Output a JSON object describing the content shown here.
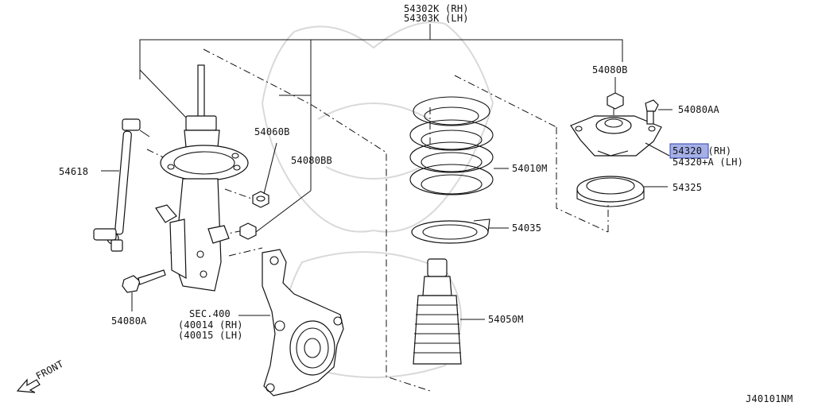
{
  "diagram_code": "J40101NM",
  "front_label": "FRONT",
  "labels": {
    "strut_rh": "54302K (RH)",
    "strut_lh": "54303K (LH)",
    "bolt_top": "54080B",
    "bolt_aa": "54080AA",
    "mount_rh": "54320 (RH)",
    "mount_lh": "54320+A (LH)",
    "bearing": "54325",
    "spring": "54010M",
    "seat": "54035",
    "bumper": "54050M",
    "nut": "54060B",
    "bolt_bb": "54080BB",
    "stabilizer_link": "54618",
    "bolt_a": "54080A",
    "sec": "SEC.400",
    "knuckle_rh": "(40014 (RH)",
    "knuckle_lh": "(40015 (LH)"
  },
  "highlight": {
    "part": "54320",
    "color": "#5b6fd6"
  }
}
